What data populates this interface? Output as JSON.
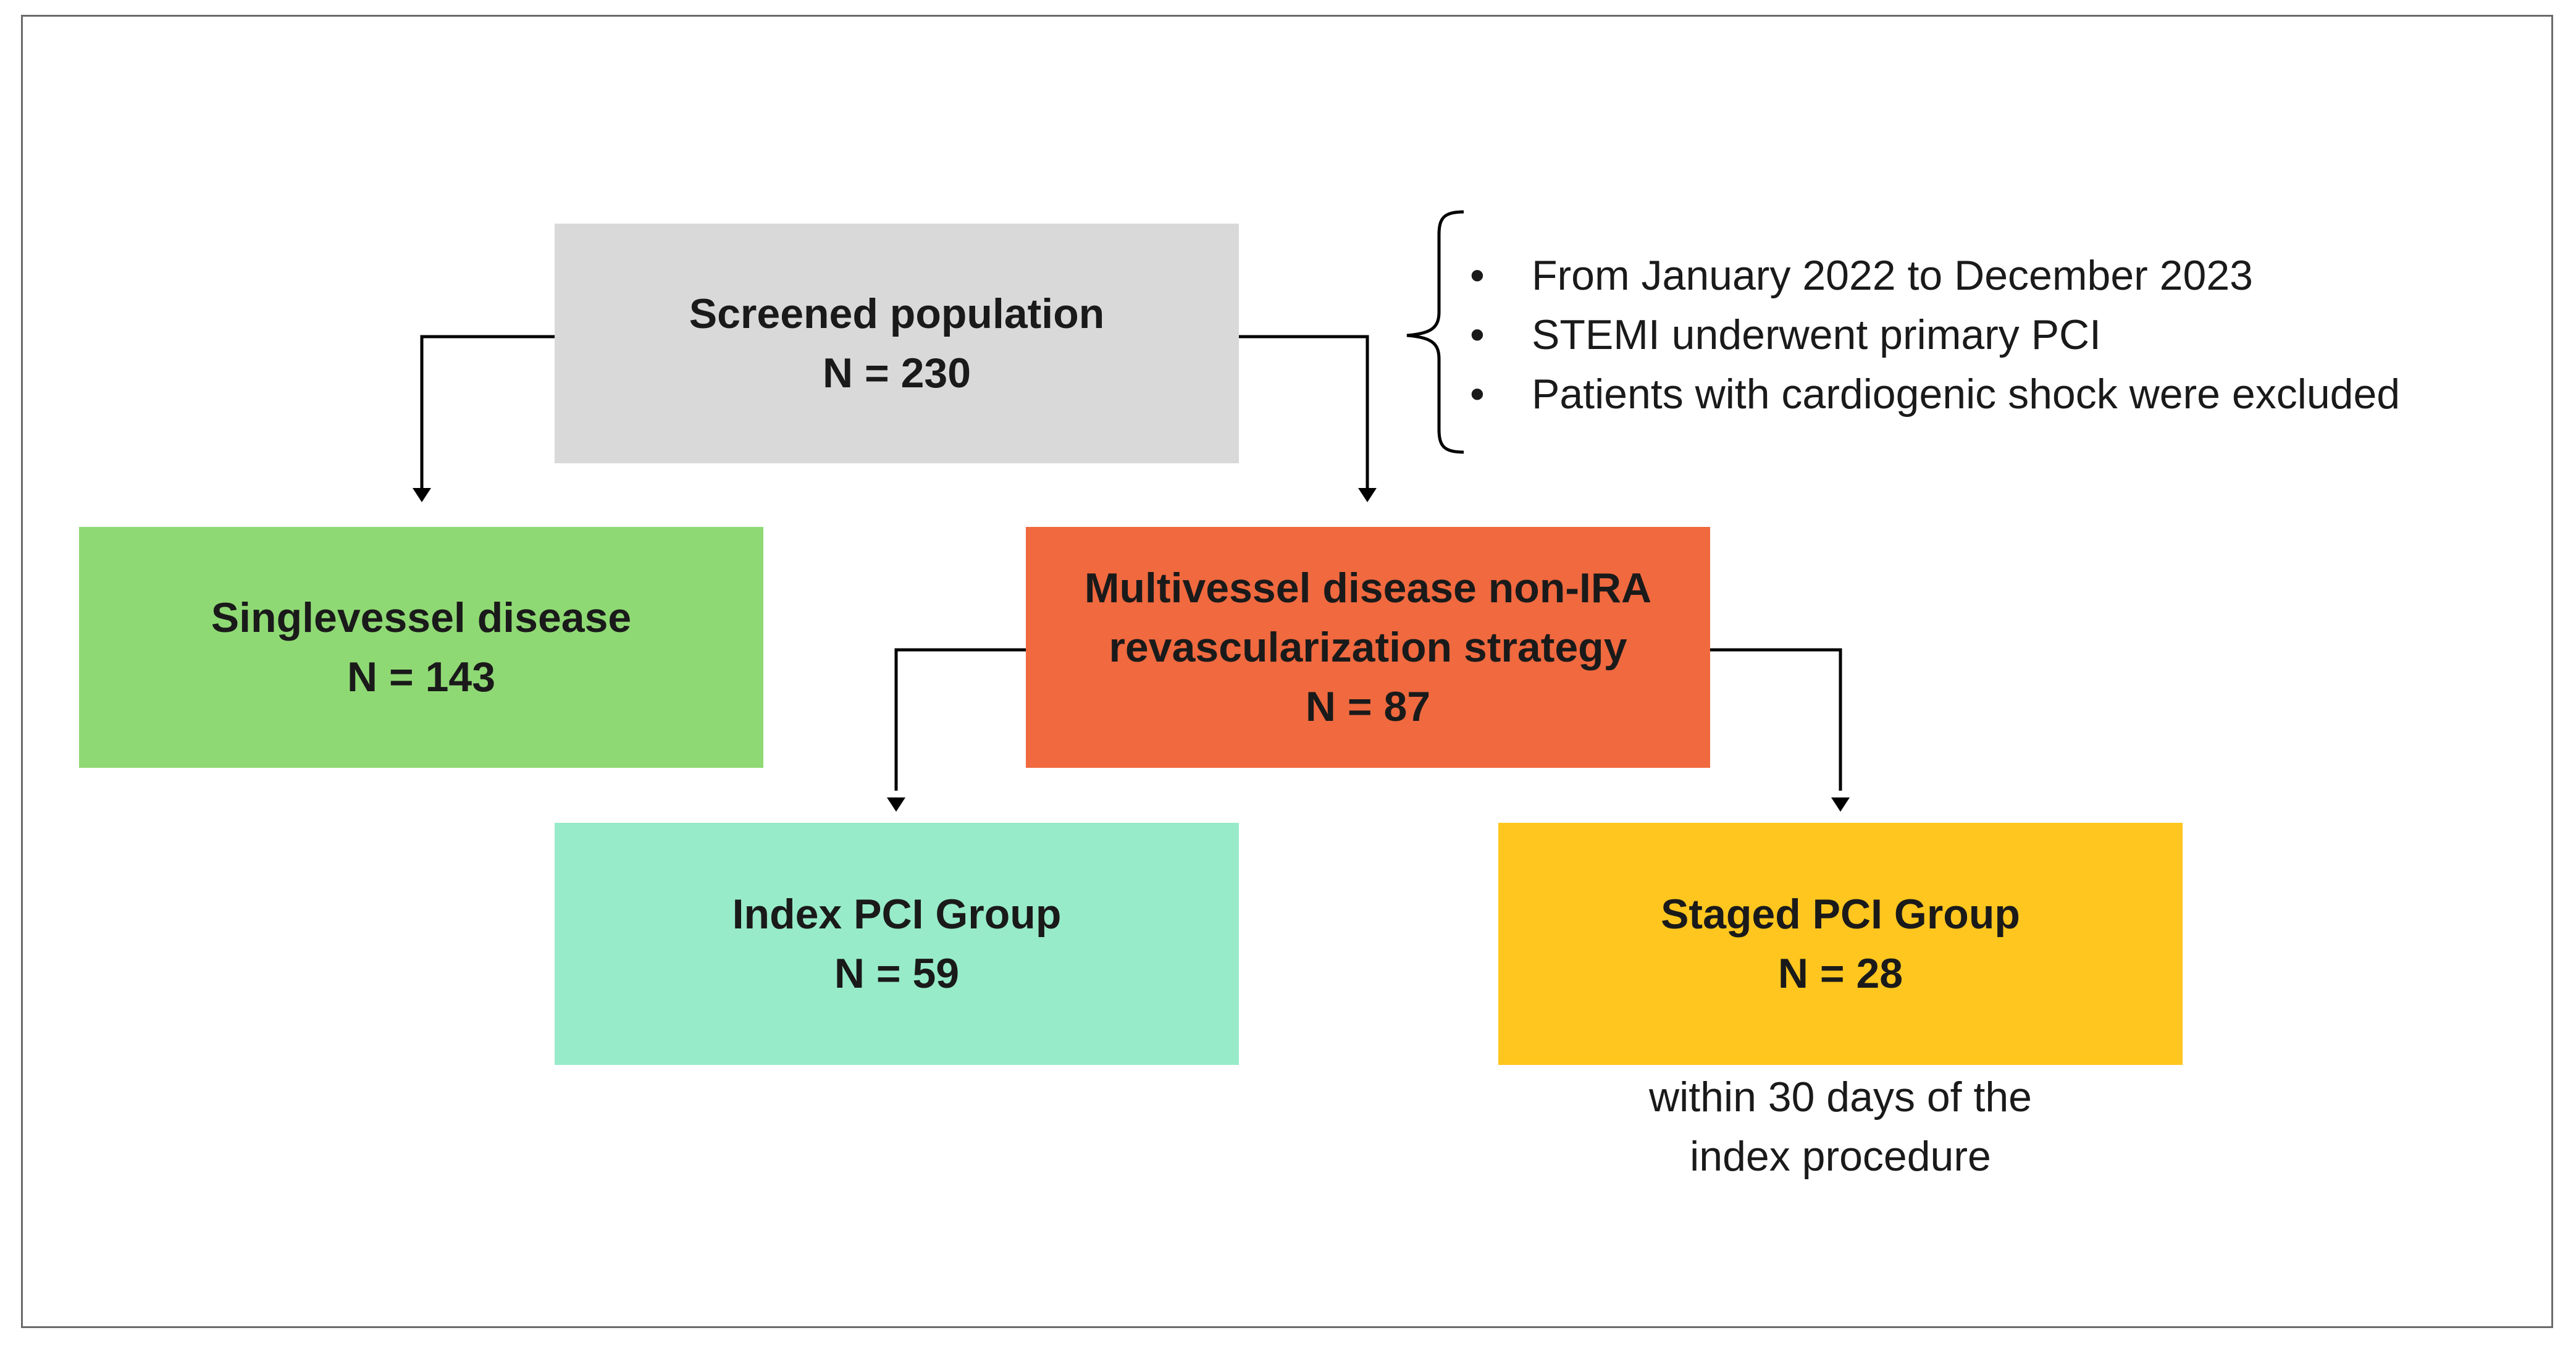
{
  "nodes": {
    "screened": {
      "title": "Screened population",
      "count": "N = 230",
      "color": "#d9d9d9"
    },
    "single": {
      "title": "Singlevessel disease",
      "count": "N = 143",
      "color": "#8fd974"
    },
    "multi": {
      "title_line1": "Multivessel disease non-IRA",
      "title_line2": "revascularization strategy",
      "count": "N = 87",
      "color": "#f0693f"
    },
    "index": {
      "title": "Index PCI Group",
      "count": "N = 59",
      "color": "#97ebc9"
    },
    "staged": {
      "title": "Staged PCI Group",
      "count": "N = 28",
      "color": "#fec61e"
    }
  },
  "staged_note": {
    "line1": "within 30 days of the",
    "line2": "index procedure"
  },
  "criteria": {
    "bullet": "•",
    "items": [
      "From January 2022 to December 2023",
      "STEMI underwent primary PCI",
      "Patients with cardiogenic shock were excluded"
    ]
  }
}
